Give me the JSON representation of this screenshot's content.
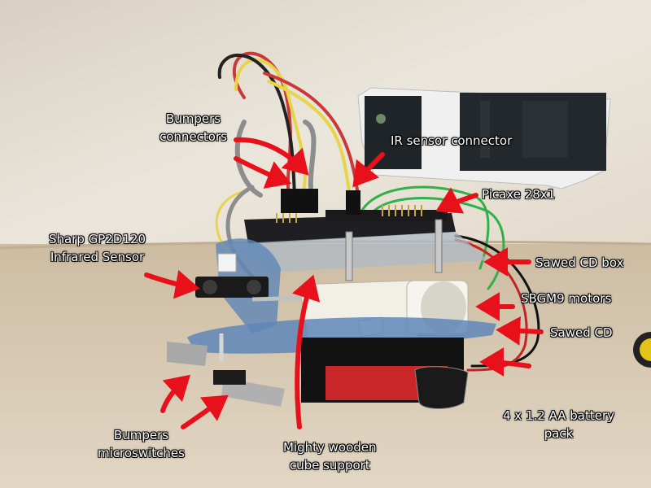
{
  "labels": {
    "bumpers_connectors": [
      "Bumpers",
      "connectors"
    ],
    "ir_sensor_connector": "IR sensor connector",
    "picaxe": "Picaxe 28x1",
    "sharp_sensor": [
      "Sharp GP2D120",
      "Infrared Sensor"
    ],
    "sawed_cd_box": "Sawed CD box",
    "motors": "SBGM9 motors",
    "sawed_cd": "Sawed CD",
    "battery_pack": [
      "4 x 1.2 AA battery",
      "pack"
    ],
    "bumpers_microswitches": [
      "Bumpers",
      "microswitches"
    ],
    "wooden_cube": [
      "Mighty wooden",
      "cube support"
    ]
  },
  "colors": {
    "wall": "#e4ddcf",
    "table": "#d9cbb5",
    "arrow": "#e8101a",
    "label_text": "#ffffff",
    "gear_motor": "#f2f0e6",
    "cd_blue": "#5e86b8",
    "pcb_black": "#1f1f22"
  }
}
